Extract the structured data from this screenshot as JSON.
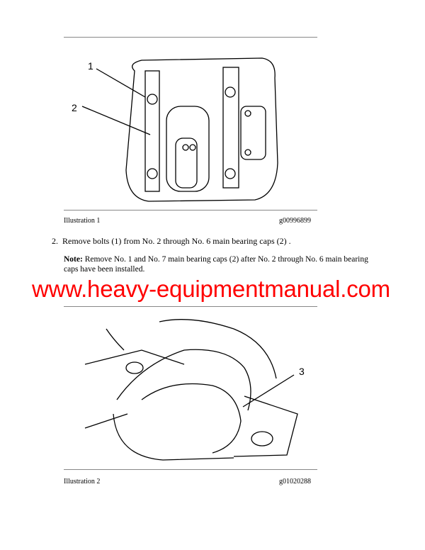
{
  "illustration1": {
    "caption": "Illustration 1",
    "code": "g00996899",
    "callouts": [
      "1",
      "2"
    ]
  },
  "step2": {
    "number": "2.",
    "text": "Remove bolts (1) from No. 2 through No. 6 main bearing caps (2) ."
  },
  "note": {
    "label": "Note:",
    "text": " Remove No. 1 and No. 7 main bearing caps (2) after No. 2 through No. 6 main bearing caps have been installed."
  },
  "watermark": "www.heavy-equipmentmanual.com",
  "illustration2": {
    "caption": "Illustration 2",
    "code": "g01020288",
    "callouts": [
      "3"
    ]
  },
  "colors": {
    "watermark": "#ff0000"
  }
}
